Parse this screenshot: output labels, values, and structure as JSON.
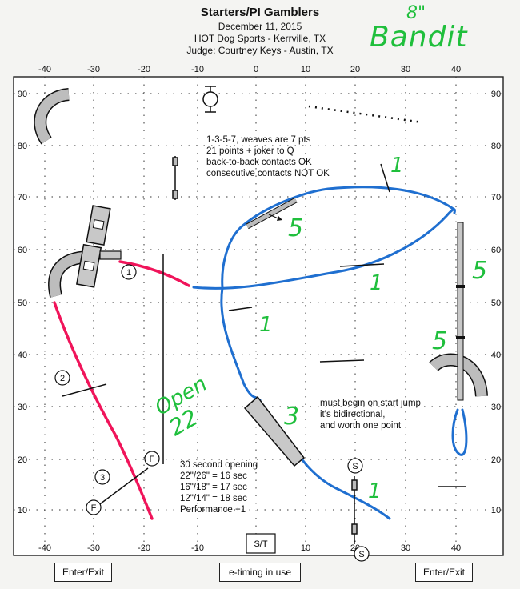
{
  "header": {
    "title": "Starters/PI Gamblers",
    "date": "December 11, 2015",
    "venue": "HOT Dog Sports - Kerrville, TX",
    "judge": "Judge: Courtney Keys - Austin, TX"
  },
  "handwritten": {
    "height": "8\"",
    "dog": "Bandit",
    "open_label": "Open",
    "open_points": "22"
  },
  "axes": {
    "x_ticks": [
      "-40",
      "-30",
      "-20",
      "-10",
      "0",
      "10",
      "20",
      "30",
      "40"
    ],
    "y_ticks": [
      "90",
      "80",
      "70",
      "60",
      "50",
      "40",
      "30",
      "20",
      "10"
    ]
  },
  "rules_note": [
    "1-3-5-7, weaves are 7 pts",
    "21 points + joker to Q",
    "back-to-back contacts OK",
    "consecutive contacts NOT OK"
  ],
  "start_jump_note": [
    "must begin on start jump",
    "it's bidirectional,",
    "and worth one point"
  ],
  "opening_note": [
    "30 second opening",
    "22\"/26\" = 16 sec",
    "16\"/18\" = 17 sec",
    "12\"/14\" = 18 sec",
    "Performance +1"
  ],
  "course_labels": {
    "num1": "1",
    "num2": "2",
    "num3": "3",
    "f": "F",
    "s": "S",
    "st": "S/T",
    "pts_1": "1",
    "pts_3": "3",
    "pts_5": "5"
  },
  "footer": {
    "enter_exit_left": "Enter/Exit",
    "timing": "e-timing in use",
    "enter_exit_right": "Enter/Exit"
  },
  "colors": {
    "opening_path": "#f0145a",
    "gamble_path": "#1f6fd0",
    "handwriting": "#1fbf3c"
  }
}
